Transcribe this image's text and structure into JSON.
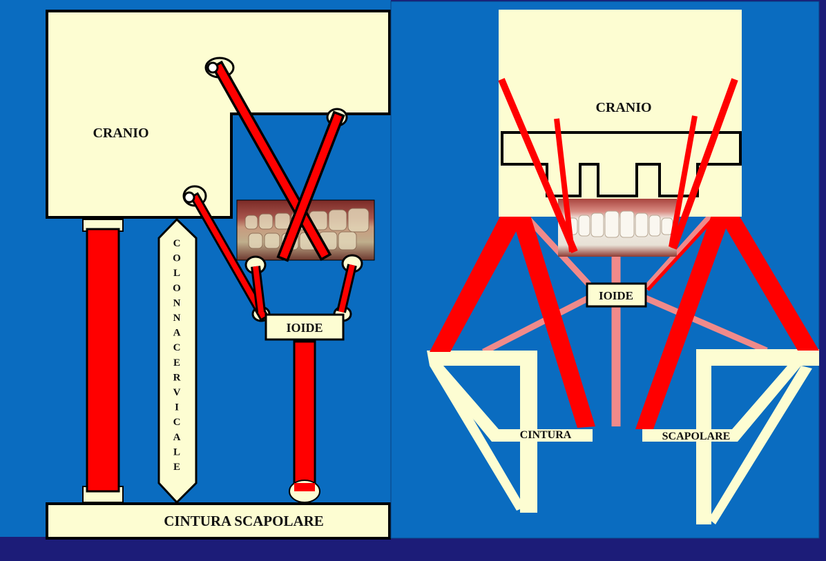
{
  "colors": {
    "background_page": "#1c1c78",
    "panel_blue": "#0a6cc0",
    "bone_cream": "#fdfdd2",
    "muscle_red": "#ff0000",
    "ligament_pink": "#f08a8a",
    "outline": "#000000"
  },
  "left_diagram": {
    "cranio": "CRANIO",
    "colonna_letters": [
      "C",
      "O",
      "L",
      "O",
      "N",
      "N",
      "A",
      "C",
      "E",
      "R",
      "V",
      "I",
      "C",
      "A",
      "L",
      "E"
    ],
    "ioide": "IOIDE",
    "cintura_scapolare": "CINTURA SCAPOLARE",
    "photo": "teeth-photo-side"
  },
  "right_diagram": {
    "cranio": "CRANIO",
    "ioide": "IOIDE",
    "cintura": "CINTURA",
    "scapolare": "SCAPOLARE",
    "photo": "teeth-photo-front"
  }
}
